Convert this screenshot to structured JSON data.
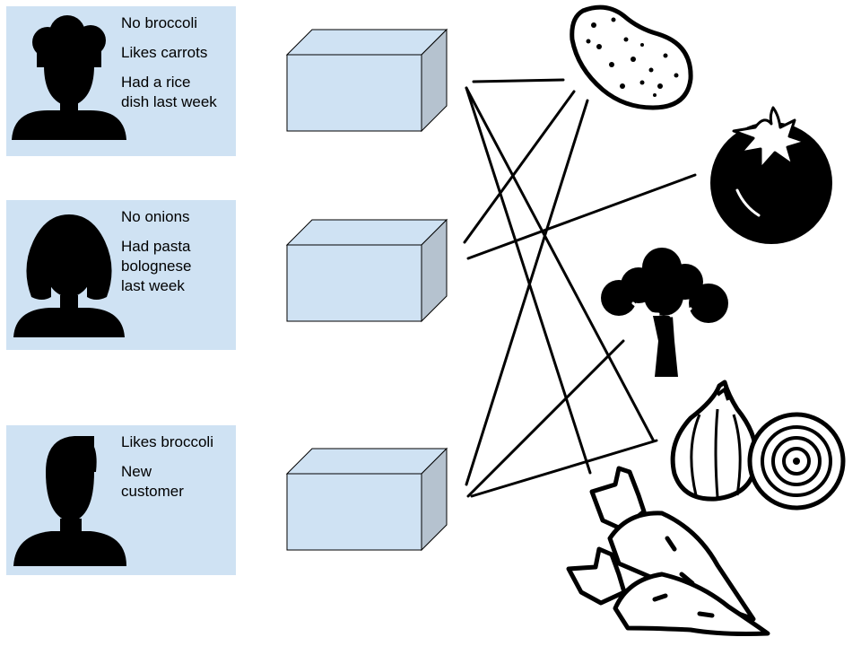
{
  "colors": {
    "card_fill": "#cfe2f3",
    "box_front": "#cfe2f3",
    "box_top": "#cfe2f3",
    "box_side": "#b5c2cf",
    "ink": "#000000"
  },
  "customers": [
    {
      "avatar_icon": "chef-silhouette-icon",
      "notes": [
        "No broccoli",
        "Likes carrots",
        "Had a rice\ndish last week"
      ]
    },
    {
      "avatar_icon": "woman-silhouette-icon",
      "notes": [
        "No onions",
        "Had pasta\nbolognese\nlast week"
      ]
    },
    {
      "avatar_icon": "man-silhouette-icon",
      "notes": [
        "Likes broccoli",
        "New\ncustomer"
      ]
    }
  ],
  "boxes": [
    {
      "icon": "delivery-box-icon"
    },
    {
      "icon": "delivery-box-icon"
    },
    {
      "icon": "delivery-box-icon"
    }
  ],
  "vegetables": [
    {
      "icon": "potato-icon"
    },
    {
      "icon": "tomato-icon"
    },
    {
      "icon": "broccoli-icon"
    },
    {
      "icon": "onion-icon"
    },
    {
      "icon": "carrot-icon"
    }
  ]
}
